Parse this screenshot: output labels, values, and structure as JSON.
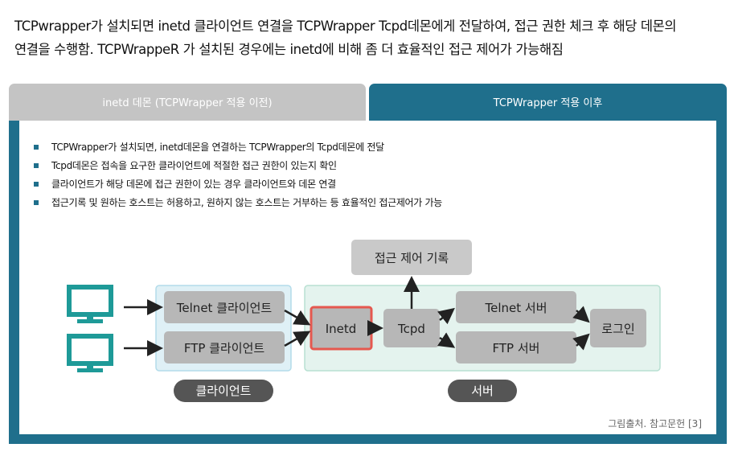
{
  "intro": {
    "line1": "TCPwrapper가 설치되면 inetd 클라이언트 연결을 TCPWrapper Tcpd데몬에게 전달하여, 접근 권한 체크 후 해당 데몬의",
    "line2": "연결을 수행함. TCPWrappeR 가 설치된 경우에는 inetd에 비해 좀 더 효율적인 접근 제어가 가능해짐"
  },
  "tabs": [
    {
      "label": "inetd 데몬 (TCPWrapper 적용 이전)",
      "active": false
    },
    {
      "label": "TCPWrapper 적용 이후",
      "active": true
    }
  ],
  "bullets": [
    "TCPWrapper가 설치되면, inetd데몬을 연결하는 TCPWrapper의 Tcpd데몬에 전달",
    "Tcpd데몬은 접속을 요구한 클라이언트에 적절한 접근 권한이 있는지 확인",
    "클라이언트가 해당 데몬에 접근 권한이 있는 경우 클라이언트와 데몬 연결",
    "접근기록 및 원하는 호스트는 허용하고, 원하지 않는 호스트는 거부하는 등 효율적인 접근제어가 가능"
  ],
  "diagram": {
    "client_nodes": [
      "Telnet 클라이언트",
      "FTP 클라이언트"
    ],
    "client_group_label": "클라이언트",
    "inetd": "Inetd",
    "tcpd": "Tcpd",
    "log_node": "접근 제어 기록",
    "server_nodes": [
      "Telnet 서버",
      "FTP 서버"
    ],
    "login_node": "로그인",
    "server_group_label": "서버"
  },
  "caption": "그림출처. 참고문헌 [3]",
  "colors": {
    "accent": "#1f6f8c",
    "inactive_tab": "#c4c4c4",
    "client_group_fill": "#dff0f6",
    "server_group_fill": "#e4f3ee",
    "node_fill": "#b7b7b7",
    "highlight": "#e5584f",
    "monitor": "#1e9a98"
  }
}
